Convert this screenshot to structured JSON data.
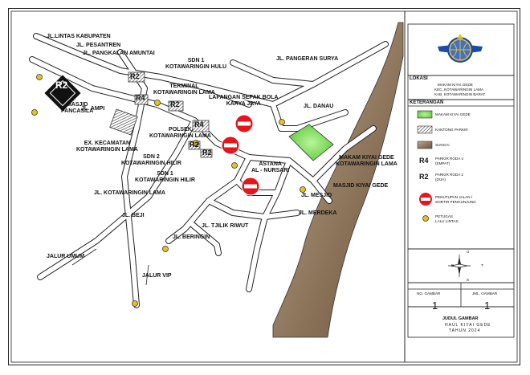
{
  "map": {
    "roads": {
      "lintas_kabupaten": "JL.LINTAS KABUPATEN",
      "pesantren": "JL. PESANTREN",
      "pangkalan_amuntai": "JL. PANGKALAN AMUNTAI",
      "ampi": "JL. AMPI",
      "pangeran_surya": "JL. PANGERAN SURYA",
      "danau": "JL. DANAU",
      "kotawaringin_lama": "JL. KOTAWARINGIN LAMA",
      "beji": "JL. BEJI",
      "tjilik_riwut": "JL. TJILIK RIWUT",
      "beringin": "JL. BERINGIN",
      "mesjid": "JL. MESJID",
      "merdeka": "JL. MERDEKA",
      "jalur_umum": "JALUR UMUM",
      "jalur_vip": "JALUR VIP"
    },
    "places": {
      "sdn1_hulu": "SDN 1\nKOTAWARINGIN HULU",
      "terminal": "TERMINAL\nKOTAWARINGIN LAMA",
      "lapangan": "LAPANGAN SEPAK BOLA\nKARYA JAYA",
      "masjid_pancasila": "MASJID\nPANCASILA",
      "ex_kecamatan": "EX. KECAMATAN\nKOTAWARINGIN LAMA",
      "polsek": "POLSEK\nKOTAWARINGIN LAMA",
      "sdn2_hilir": "SDN 2\nKOTAWARINGIN HILIR",
      "sdn1_hilir": "SDN 1\nKOTAWARINGIN HILIR",
      "astana": "ASTANA\nAL - NURSARI",
      "makam": "MAKAM KIYAI GEDE\nKOTAWARINGIN LAMA",
      "masjid_kiyai": "MASJID KIYAI GEDE"
    },
    "parking_labels": {
      "r2": "R2",
      "r4": "R4"
    }
  },
  "panel": {
    "lokasi_title": "LOKASI",
    "lokasi_lines": [
      "MAKAM KIYAI GEDE",
      "KEC. KOTAWARINGIN LAMA",
      "KAB. KOTAWARINGIN BARAT"
    ],
    "keterangan_title": "KETERANGAN",
    "legend": {
      "makam": "MAKAM KIYAI GEDE",
      "kantong": "KANTONG PARKIR",
      "sungai": "SUNGAI",
      "r4_code": "R4",
      "r4_text": "PARKIR RODA 4\n(EMPAT)",
      "r2_code": "R2",
      "r2_text": "PARKIR RODA 2\n(DUA)",
      "penutupan": "PENUTUPAN JALAN /\nSORTIR PENGUNJUNG",
      "petugas": "PETUGAS\nLALU LINTAS"
    },
    "compass": {
      "n": "U",
      "s": "S",
      "e": "T",
      "w": "B"
    },
    "no_gambar_label": "NO. GAMBAR",
    "jml_gambar_label": "JML. GAMBAR",
    "no_gambar": "1",
    "jml_gambar": "1",
    "judul_label": "JUDUL GAMBAR",
    "judul_lines": [
      "HAUL KIYAI GEDE",
      "TAHUN 2024"
    ]
  },
  "colors": {
    "road_fill": "#ffffff",
    "road_stroke": "#222222",
    "river": "#8a7560",
    "makam_green": "#7ed957",
    "no_entry": "#e8141b",
    "officer": "#e6c21a",
    "logo_blue": "#1c4aa8"
  }
}
